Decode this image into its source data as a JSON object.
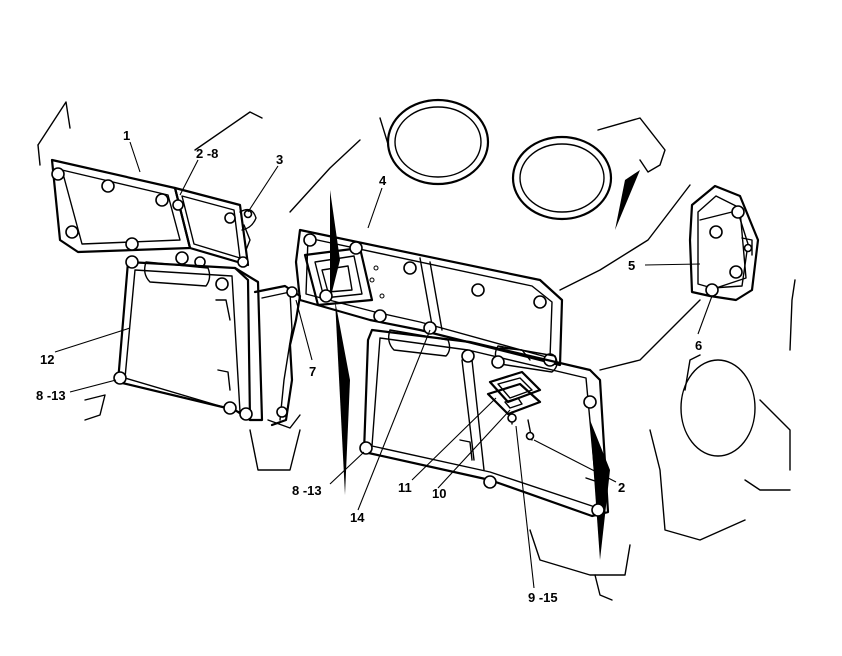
{
  "diagram": {
    "callouts": [
      {
        "id": "c1",
        "label": "1"
      },
      {
        "id": "c2",
        "label": "2 -8"
      },
      {
        "id": "c3",
        "label": "3"
      },
      {
        "id": "c4",
        "label": "4"
      },
      {
        "id": "c5",
        "label": "5"
      },
      {
        "id": "c6",
        "label": "6"
      },
      {
        "id": "c7",
        "label": "7"
      },
      {
        "id": "c12",
        "label": "12"
      },
      {
        "id": "c813a",
        "label": "8 -13"
      },
      {
        "id": "c813b",
        "label": "8 -13"
      },
      {
        "id": "c14",
        "label": "14"
      },
      {
        "id": "c11",
        "label": "11"
      },
      {
        "id": "c10",
        "label": "10"
      },
      {
        "id": "c2b",
        "label": "2"
      },
      {
        "id": "c915",
        "label": "9 -15"
      }
    ]
  }
}
